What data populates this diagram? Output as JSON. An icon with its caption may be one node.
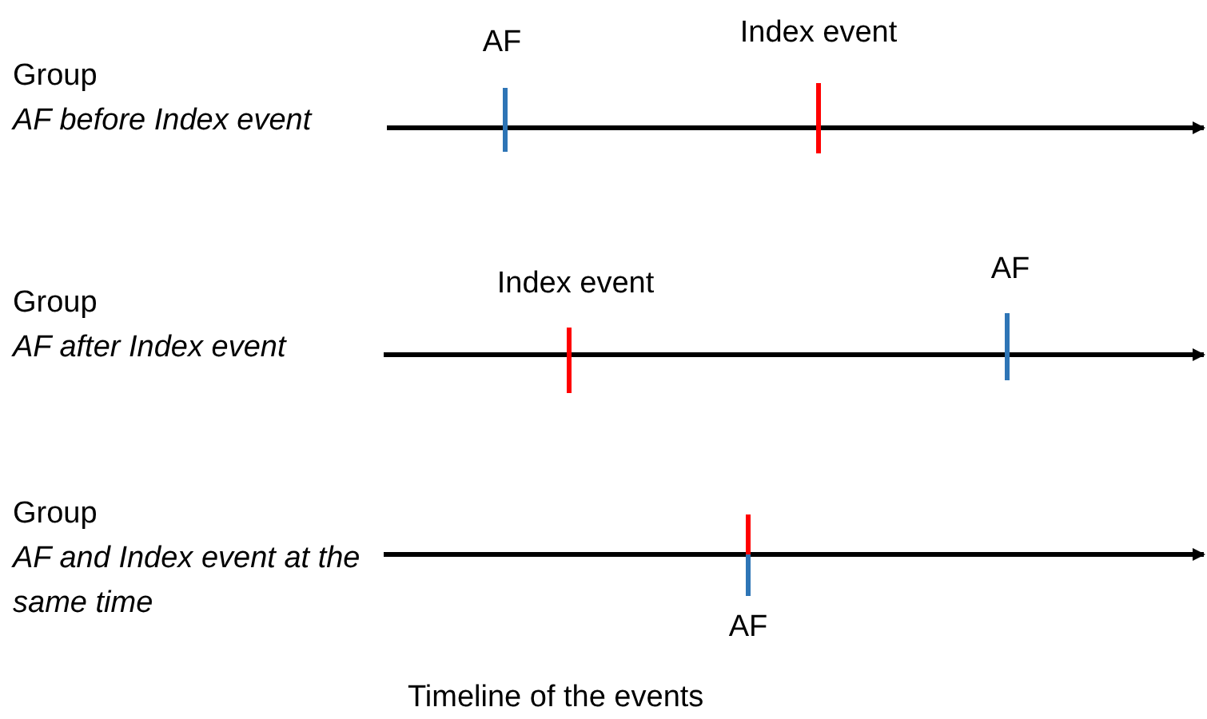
{
  "diagram": {
    "caption": "Timeline of the events",
    "nodes": [
      {
        "text": [
          "Group",
          "AF before Index event"
        ]
      },
      {
        "text": [
          "Group",
          "AF after Index event"
        ]
      },
      {
        "text": [
          "Group",
          "AF and Index event at the same time"
        ]
      }
    ],
    "edges": [
      {
        "from": 0,
        "to": null,
        "arrow": "to"
      },
      {
        "from": 1,
        "to": null,
        "arrow": "to"
      },
      {
        "from": 2,
        "to": null,
        "arrow": "to"
      }
    ],
    "labels": [
      "AF",
      "Index event",
      "Index event",
      "AF",
      "AF"
    ]
  }
}
